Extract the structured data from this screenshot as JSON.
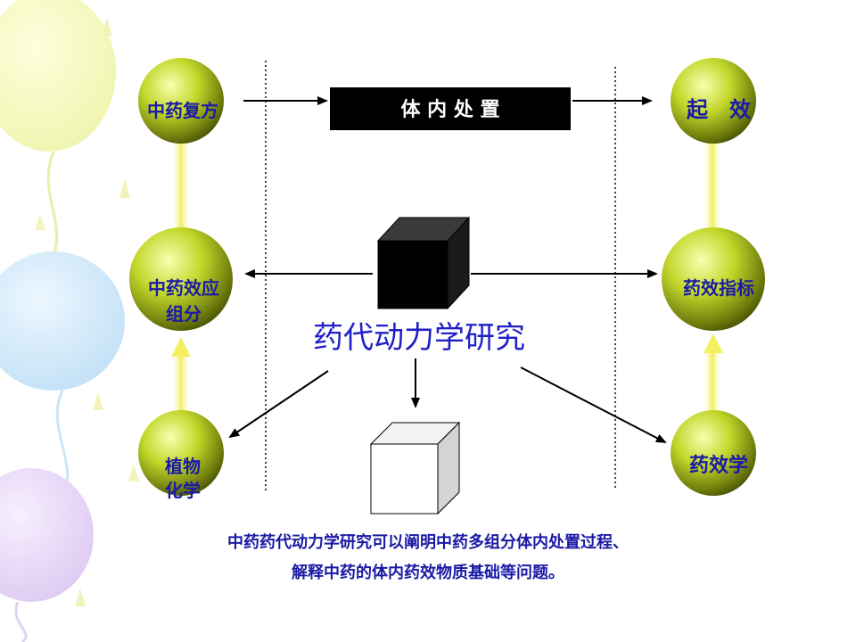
{
  "nodes": {
    "compound": "中药复方",
    "active_components": [
      "中药效应",
      "组分"
    ],
    "phytochemistry": [
      "植物",
      "化学"
    ],
    "onset": "起　效",
    "efficacy_index": "药效指标",
    "pharmacodynamics": "药效学"
  },
  "process_box": "体 内 处 置",
  "center_title": "药代动力学研究",
  "caption": {
    "line1": "中药药代动力学研究可以阐明中药多组分体内处置过程、",
    "line2": "解释中药的体内药效物质基础等问题。"
  },
  "colors": {
    "node_light": "#f4ff9a",
    "node_mid": "#b4c81e",
    "node_dark": "#4e5a08",
    "text_blue": "#1a1aa6",
    "title_blue": "#2020c8",
    "connector_yellow": "#f5f070"
  }
}
